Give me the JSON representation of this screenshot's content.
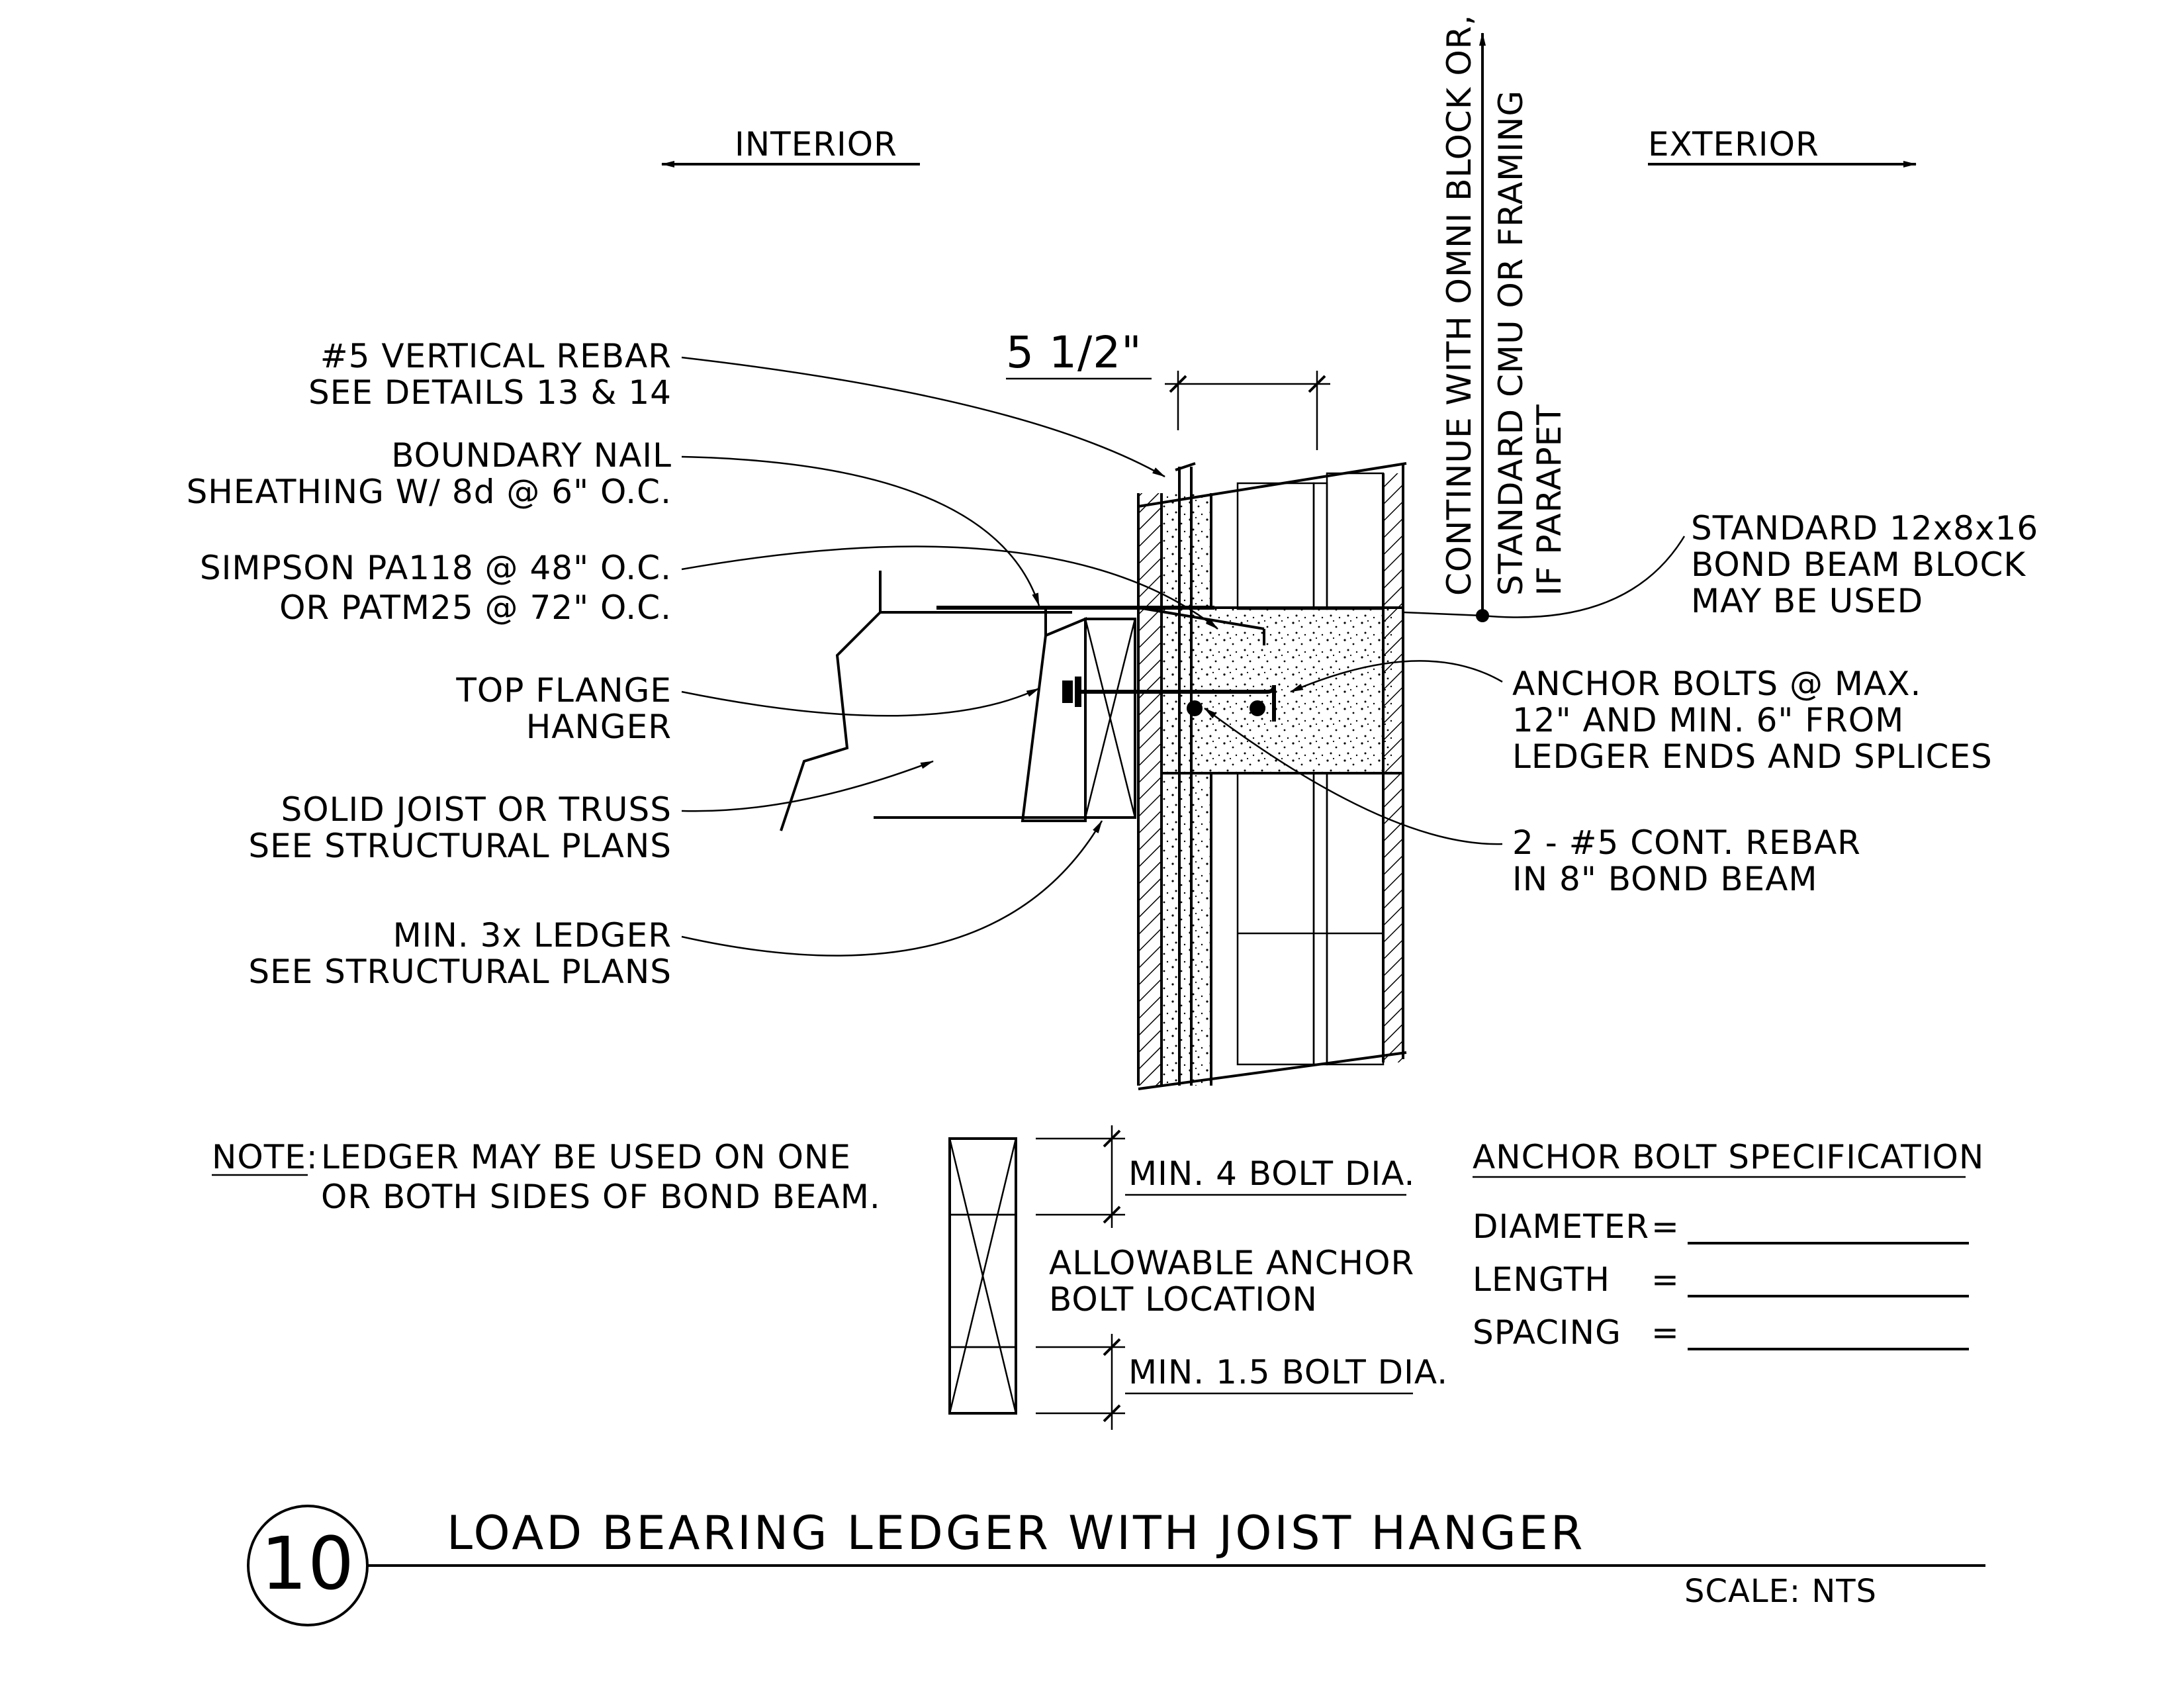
{
  "directions": {
    "interior": "INTERIOR",
    "exterior": "EXTERIOR"
  },
  "dimension": "5 1/2\"",
  "vertical_note": {
    "line1": "CONTINUE WITH OMNI BLOCK OR,",
    "line2": "STANDARD CMU OR FRAMING",
    "line3": "IF PARAPET"
  },
  "left_labels": [
    {
      "line1": "#5  VERTICAL REBAR",
      "line2": "SEE DETAILS 13 & 14"
    },
    {
      "line1": "BOUNDARY NAIL",
      "line2": "SHEATHING W/ 8d @ 6\" O.C."
    },
    {
      "line1": "SIMPSON PA118 @ 48\" O.C.",
      "line2": "OR PATM25 @ 72\" O.C."
    },
    {
      "line1": "TOP FLANGE",
      "line2": "HANGER"
    },
    {
      "line1": "SOLID JOIST OR TRUSS",
      "line2": "SEE STRUCTURAL PLANS"
    },
    {
      "line1": "MIN. 3x LEDGER",
      "line2": "SEE STRUCTURAL PLANS"
    }
  ],
  "right_labels": [
    {
      "line1": "STANDARD 12x8x16",
      "line2": "BOND BEAM BLOCK",
      "line3": "MAY BE USED"
    },
    {
      "line1": "ANCHOR BOLTS @ MAX.",
      "line2": "12\" AND MIN. 6\" FROM",
      "line3": "LEDGER ENDS AND SPLICES"
    },
    {
      "line1": "2 - #5  CONT. REBAR",
      "line2": "IN 8\" BOND BEAM"
    }
  ],
  "note": {
    "label": "NOTE:",
    "line1": "LEDGER MAY BE USED ON ONE",
    "line2": "OR BOTH SIDES OF BOND BEAM."
  },
  "bolt_location": {
    "top_min": "MIN. 4 BOLT DIA.",
    "line1": "ALLOWABLE ANCHOR",
    "line2": "BOLT LOCATION",
    "bottom_min": "MIN. 1.5 BOLT DIA."
  },
  "spec": {
    "title": "ANCHOR BOLT SPECIFICATION",
    "rows": [
      {
        "label": "DIAMETER",
        "eq": "="
      },
      {
        "label": "LENGTH",
        "eq": "="
      },
      {
        "label": "SPACING",
        "eq": "="
      }
    ]
  },
  "detail": {
    "number": "10",
    "title": "LOAD BEARING LEDGER WITH JOIST HANGER",
    "scale": "SCALE: NTS"
  }
}
